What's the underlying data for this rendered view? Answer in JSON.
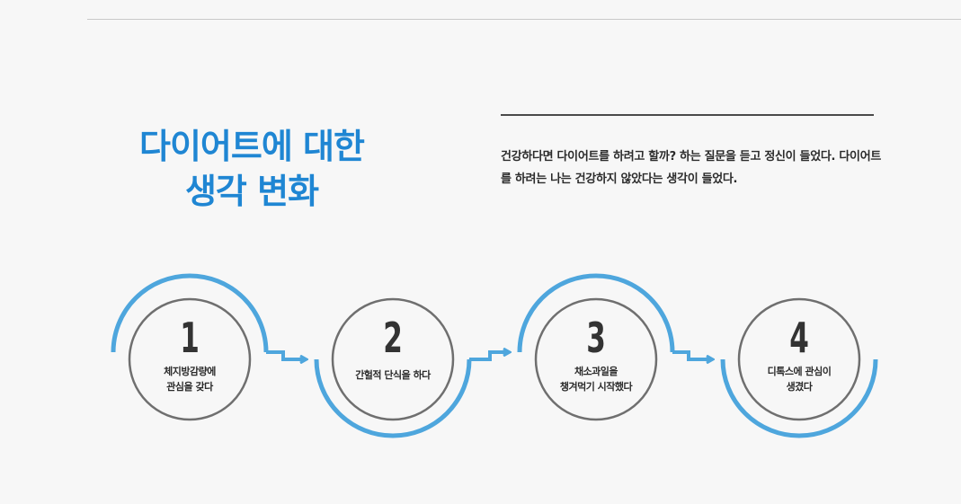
{
  "title": {
    "line1": "다이어트에 대한",
    "line2": "생각 변화"
  },
  "description": "건강하다면 다이어트를 하려고 할까? 하는 질문을 듣고 정신이 들었다. 다이어트를 하려는 나는 건강하지 않았다는 생각이 들었다.",
  "colors": {
    "accent": "#1f86d3",
    "arc": "#4ea6dd",
    "circle": "#6f6f6f",
    "text": "#2b2b2b"
  },
  "steps": [
    {
      "number": "1",
      "line1": "체지방감량에",
      "line2": "관심을 갖다"
    },
    {
      "number": "2",
      "line1": "간헐적 단식을 하다",
      "line2": ""
    },
    {
      "number": "3",
      "line1": "채소과일을",
      "line2": "챙겨먹기 시작했다"
    },
    {
      "number": "4",
      "line1": "디톡스에 관심이",
      "line2": "생겼다"
    }
  ]
}
